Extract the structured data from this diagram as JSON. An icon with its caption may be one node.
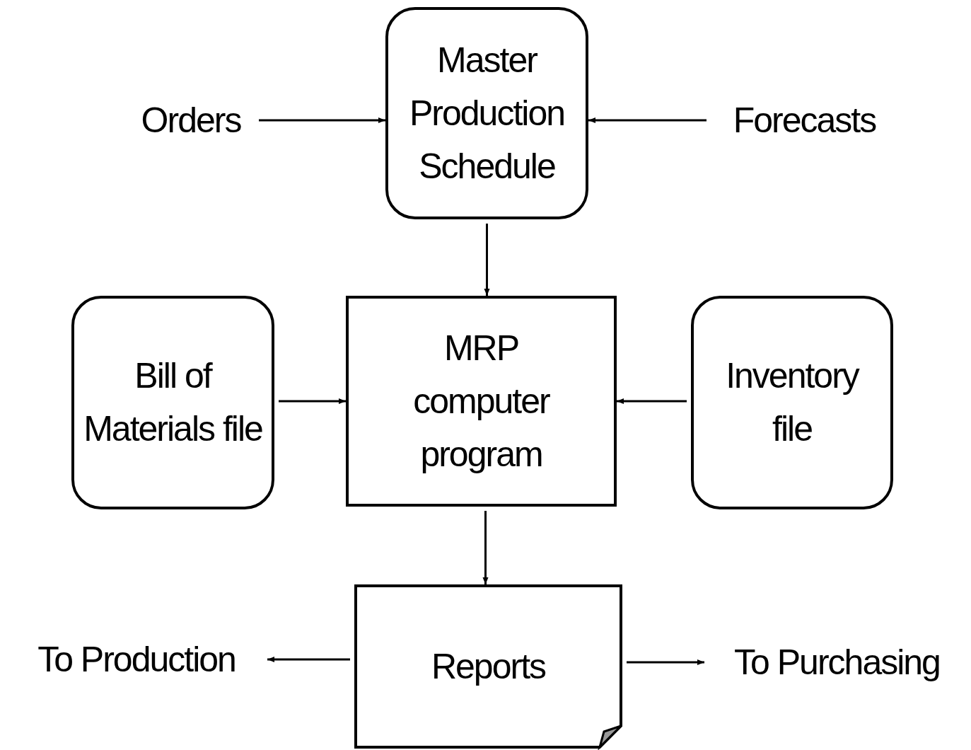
{
  "diagram": {
    "nodes": [
      {
        "text": [
          "Orders"
        ]
      },
      {
        "text": [
          "Master Production Schedule"
        ]
      },
      {
        "text": [
          "Forecasts"
        ]
      },
      {
        "text": [
          "Bill of Materials file"
        ]
      },
      {
        "text": [
          "MRP computer program"
        ]
      },
      {
        "text": [
          "Inventory file"
        ]
      },
      {
        "text": [
          "Reports"
        ]
      },
      {
        "text": [
          "To Production"
        ]
      },
      {
        "text": [
          "To Purchasing"
        ]
      }
    ],
    "edges": [
      {
        "from": 0,
        "to": 1,
        "arrow": "to"
      },
      {
        "from": 2,
        "to": 1,
        "arrow": "to"
      },
      {
        "from": 1,
        "to": 4,
        "arrow": "to"
      },
      {
        "from": 3,
        "to": 4,
        "arrow": "to"
      },
      {
        "from": 5,
        "to": 4,
        "arrow": "to"
      },
      {
        "from": 4,
        "to": 6,
        "arrow": "to"
      },
      {
        "from": 6,
        "to": 7,
        "arrow": "to"
      },
      {
        "from": 6,
        "to": 8,
        "arrow": "to"
      }
    ]
  }
}
